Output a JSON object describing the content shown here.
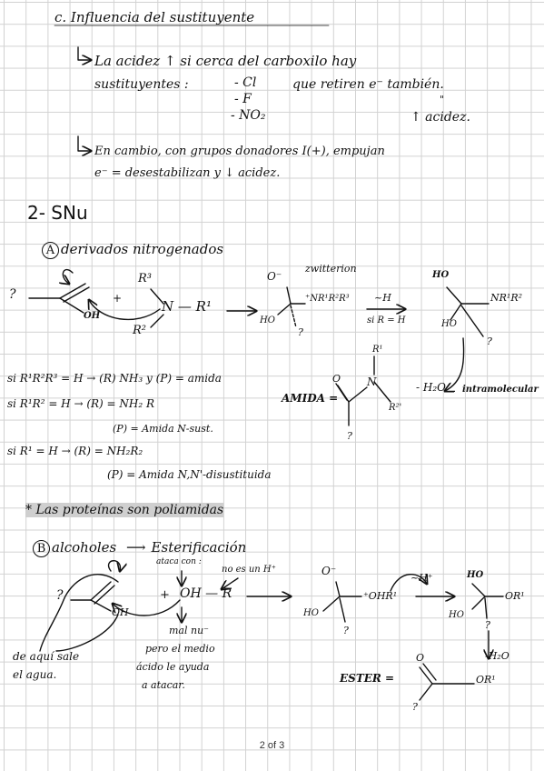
{
  "section_c": {
    "heading": "c. Influencia del sustituyente",
    "line1": "La acidez ↑ si cerca del carboxilo hay",
    "line2a": "sustituyentes :",
    "subs": [
      "- Cl",
      "- F",
      "- NO₂"
    ],
    "line2b": "que retiren e⁻ también.",
    "ditto": "\"",
    "line3": "↑ acidez.",
    "line4": "En cambio, con grupos donadores I(+), empujan",
    "line5": "e⁻ = desestabilizan y ↓ acidez."
  },
  "section_2": {
    "heading": "2- SNu",
    "sub_a_letter": "A",
    "sub_a": "derivados nitrogenados",
    "q1": "?",
    "oh1": "OH",
    "plus1": "+",
    "r3": "R³",
    "r2": "R²",
    "nr1": "N — R¹",
    "o_minus": "O⁻",
    "zwitterion": "zwitterion",
    "ho1": "HO",
    "nr123": "⁺NR¹R²R³",
    "shift_h": "~H",
    "si_r_h": "si R = H",
    "q2": "?",
    "ho2": "HO",
    "ho3": "HO",
    "nr12": "NR¹R²",
    "q3": "?",
    "rule1": "si R¹R²R³ = H → (R) NH₃ y (P) = amida",
    "rule2": "si R¹R² = H → (R) = NH₂ R",
    "rule2b": "(P) = Amida N-sust.",
    "rule3": "si R¹ = H → (R) = NH₂R₂",
    "rule3b": "(P) = Amida N,N'-disustituida",
    "r1_label": "R¹",
    "n_label": "N",
    "r2_label": "R²'",
    "amida_label": "AMIDA =",
    "o_label": "O",
    "h2o": "- H₂O",
    "intramolecular": "intramolecular",
    "q4": "?",
    "proteins": "* Las proteínas son poliamidas",
    "sub_b_letter": "B",
    "sub_b": "alcoholes",
    "arrow_b": "⟶",
    "esterif": "Esterificación",
    "ataca": "ataca con :",
    "no_es_h": "no es un H⁺",
    "q5": "?",
    "oh2": "OH",
    "plus2": "+",
    "ohr": "OH — R",
    "o_minus2": "O⁻",
    "ho4": "HO",
    "ohr1": "⁺OHR¹",
    "shift_h2": "~H⁺",
    "ho5": "HO",
    "or1a": "OR¹",
    "ho6": "HO",
    "q6": "?",
    "q7": "?",
    "h2o2": "-H₂O",
    "mal_nu": "mal nu⁻",
    "pero1": "pero el medio",
    "pero2": "ácido le ayuda",
    "pero3": "a atacar.",
    "de_aqui1": "de aquí sale",
    "de_aqui2": "el agua.",
    "ester_label": "ESTER =",
    "o2_label": "O",
    "or1b": "OR¹",
    "q8": "?"
  },
  "footer": "2 of 3"
}
